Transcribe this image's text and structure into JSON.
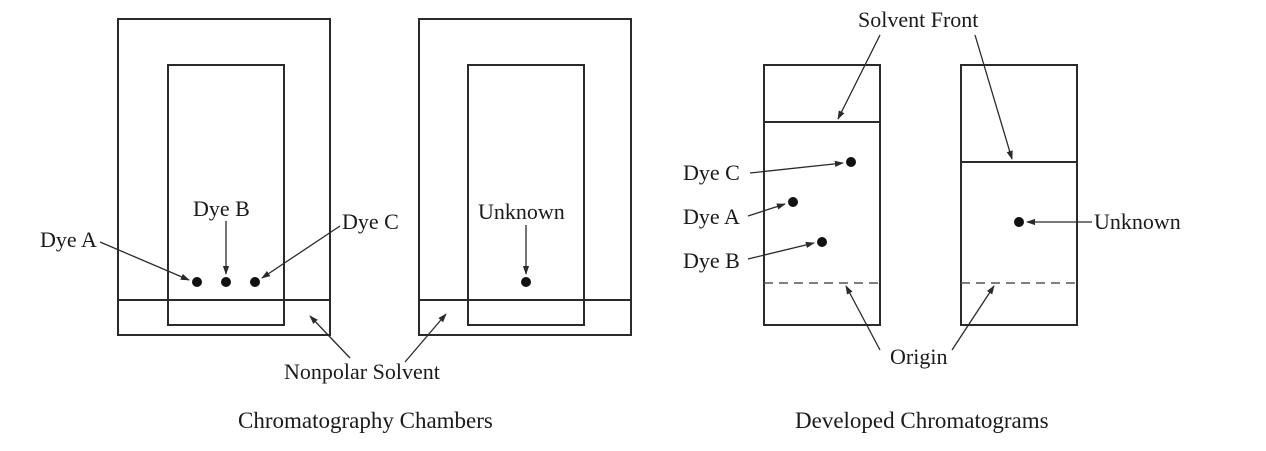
{
  "labels": {
    "dye_a": "Dye A",
    "dye_b": "Dye B",
    "dye_c": "Dye C",
    "unknown": "Unknown",
    "nonpolar_solvent": "Nonpolar Solvent",
    "solvent_front": "Solvent Front",
    "origin": "Origin"
  },
  "captions": {
    "chambers": "Chromatography Chambers",
    "developed": "Developed Chromatograms"
  }
}
